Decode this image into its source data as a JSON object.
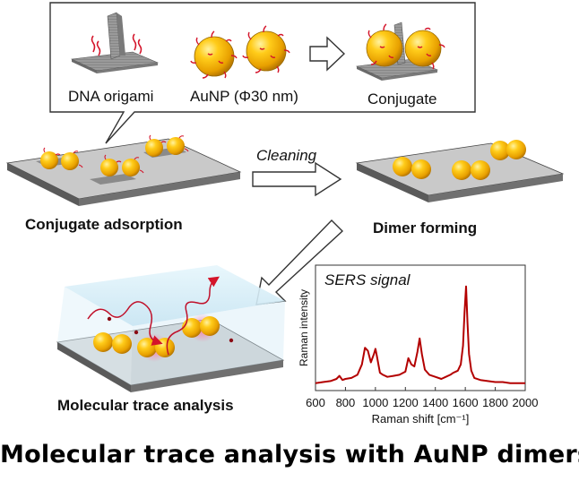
{
  "callout": {
    "dna_origami_label": "DNA origami",
    "aunp_label": "AuNP (Φ30 nm)",
    "conjugate_label": "Conjugate"
  },
  "steps": {
    "conjugate_adsorption": "Conjugate adsorption",
    "cleaning": "Cleaning",
    "dimer_forming": "Dimer forming",
    "molecular_trace_analysis": "Molecular trace analysis"
  },
  "footer_title": "Molecular trace analysis with AuNP dimers",
  "colors": {
    "gold_fill": "#f2b400",
    "gold_highlight": "#ffe066",
    "dna_strand": "#d4142a",
    "spectrum_line": "#b30000",
    "sheet_top": "#c9c9c9",
    "sheet_side": "#5a5a5a",
    "liquid_film": "#d8eef8"
  },
  "chart_data": {
    "type": "line",
    "title": "SERS signal",
    "xlabel": "Raman shift [cm⁻¹]",
    "ylabel": "Raman intensity",
    "xlim": [
      600,
      2000
    ],
    "ylim": [
      0,
      1
    ],
    "xticks": [
      "600",
      "800",
      "1000",
      "1200",
      "1400",
      "1600",
      "1800",
      "2000"
    ],
    "series": [
      {
        "x": [
          600,
          650,
          700,
          740,
          760,
          780,
          800,
          840,
          880,
          910,
          930,
          950,
          970,
          990,
          1000,
          1010,
          1020,
          1030,
          1050,
          1080,
          1120,
          1160,
          1200,
          1220,
          1240,
          1260,
          1280,
          1295,
          1310,
          1330,
          1360,
          1400,
          1440,
          1470,
          1500,
          1520,
          1550,
          1570,
          1585,
          1595,
          1605,
          1615,
          1625,
          1640,
          1660,
          1700,
          1750,
          1800,
          1850,
          1900,
          1950,
          2000
        ],
        "values": [
          0.02,
          0.03,
          0.04,
          0.06,
          0.09,
          0.05,
          0.06,
          0.07,
          0.1,
          0.2,
          0.36,
          0.33,
          0.22,
          0.3,
          0.35,
          0.28,
          0.2,
          0.12,
          0.1,
          0.08,
          0.09,
          0.1,
          0.13,
          0.26,
          0.2,
          0.18,
          0.32,
          0.45,
          0.3,
          0.15,
          0.1,
          0.08,
          0.06,
          0.08,
          0.1,
          0.12,
          0.14,
          0.2,
          0.38,
          0.7,
          0.95,
          0.6,
          0.3,
          0.14,
          0.07,
          0.05,
          0.04,
          0.03,
          0.03,
          0.02,
          0.02,
          0.02
        ]
      }
    ]
  }
}
